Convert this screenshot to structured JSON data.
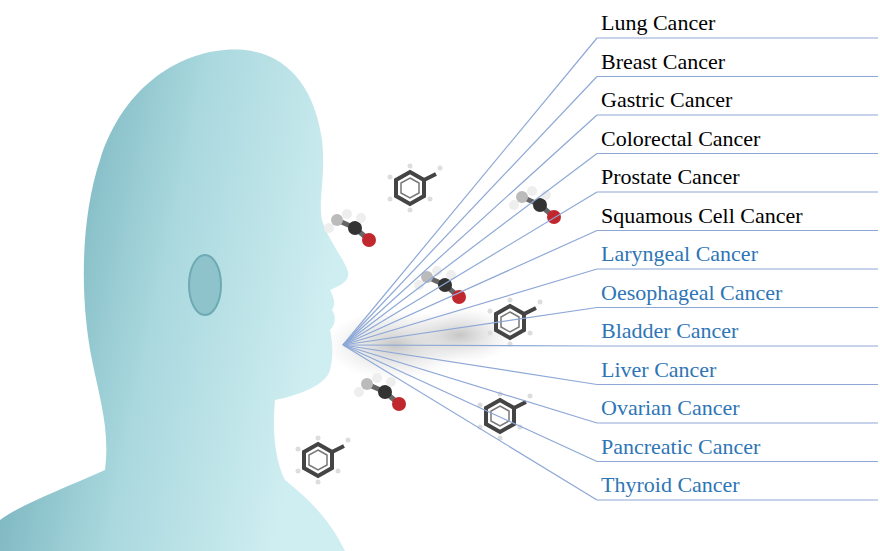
{
  "diagram": {
    "labels": [
      "Lung Cancer",
      "Breast Cancer",
      "Gastric Cancer",
      "Colorectal Cancer",
      "Prostate Cancer",
      "Squamous Cell Cancer",
      "Laryngeal Cancer",
      "Oesophageal Cancer",
      "Bladder Cancer",
      "Liver Cancer",
      "Ovarian Cancer",
      "Pancreatic Cancer",
      "Thyroid Cancer"
    ]
  }
}
